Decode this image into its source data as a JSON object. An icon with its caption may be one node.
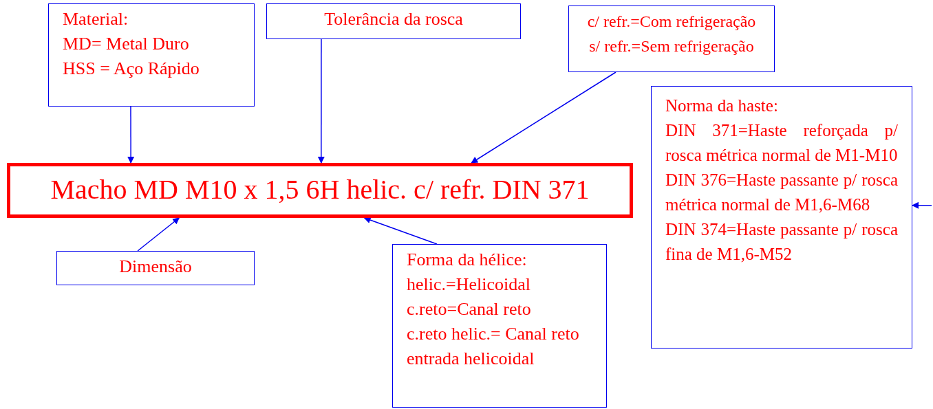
{
  "diagram": {
    "nodes": [
      {
        "text": [
          "Material:",
          "MD= Metal Duro",
          "HSS = Aço Rápido"
        ]
      },
      {
        "text": [
          "Tolerância da rosca"
        ]
      },
      {
        "text": [
          "c/ refr.=Com refrigeração",
          "s/ refr.=Sem refrigeração"
        ]
      },
      {
        "text": [
          "Norma da haste:",
          "DIN 371=Haste reforçada p/ rosca métrica normal de M1-M10",
          "DIN 376=Haste passante p/ rosca métrica normal de M1,6-M68",
          "DIN 374=Haste passante p/ rosca fina de M1,6-M52"
        ]
      },
      {
        "text": [
          "Macho MD M10 x 1,5 6H helic. c/ refr. DIN 371"
        ]
      },
      {
        "text": [
          "Dimensão"
        ]
      },
      {
        "text": [
          "Forma da hélice:",
          "helic.=Helicoidal",
          "c.reto=Canal reto",
          "c.reto helic.= Canal reto entrada helicoidal"
        ]
      }
    ],
    "edges": [
      {
        "from": 0,
        "to": 4,
        "arrow": "to"
      },
      {
        "from": 1,
        "to": 4,
        "arrow": "to"
      },
      {
        "from": 2,
        "to": 4,
        "arrow": "to"
      },
      {
        "from": null,
        "to": 3,
        "arrow": "to"
      },
      {
        "from": 5,
        "to": 4,
        "arrow": "to"
      },
      {
        "from": 6,
        "to": 4,
        "arrow": "to"
      }
    ]
  }
}
